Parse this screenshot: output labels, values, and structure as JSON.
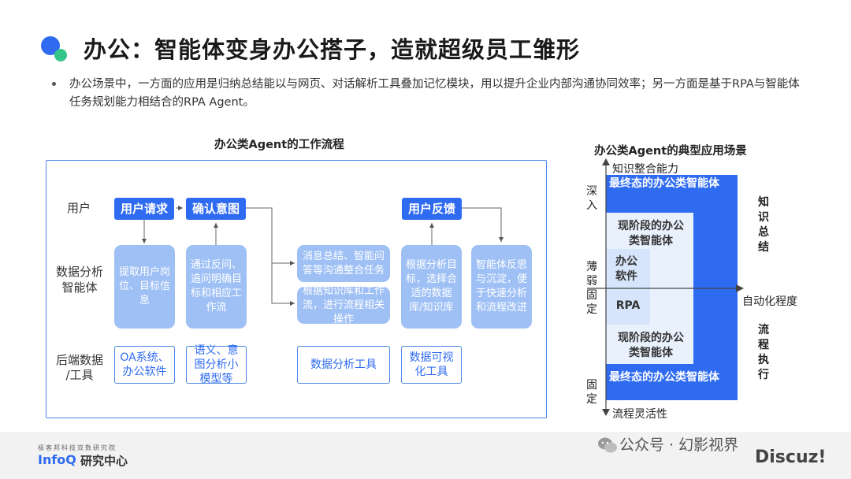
{
  "header": {
    "title": "办公：智能体变身办公搭子，造就超级员工雏形",
    "bullet": "办公场景中，一方面的应用是归纳总结能以与网页、对话解析工具叠加记忆模块，用以提升企业内部沟通协同效率；另一方面是基于RPA与智能体任务规划能力相结合的RPA Agent。"
  },
  "flow": {
    "title": "办公类Agent的工作流程",
    "rows": {
      "user": "用户",
      "agent_line1": "数据分析",
      "agent_line2": "智能体",
      "tool_line1": "后端数据",
      "tool_line2": "/工具"
    },
    "buttons": {
      "request": "用户请求",
      "intent": "确认意图",
      "feedback": "用户反馈"
    },
    "cards": {
      "extract": "提取用户岗位、目标信息",
      "clarify": "通过反问、追问明确目标和相应工作流",
      "summary": "消息总结、智能问答等沟通整合任务",
      "operate": "根据知识库和工作流，进行流程相关操作",
      "select": "根据分析目标，选择合适的数据库/知识库",
      "reflect": "智能体反思与沉淀，便于快速分析和流程改进"
    },
    "tools": {
      "oa": "OA系统、办公软件",
      "nlp": "语义、意图分析小模型等",
      "analysis": "数据分析工具",
      "viz": "数据可视化工具"
    }
  },
  "quadrant": {
    "title": "办公类Agent的典型应用场景",
    "y_top": "知识整合能力",
    "y_bottom": "流程灵活性",
    "x_right": "自动化程度",
    "left_deep": "深入",
    "left_weak": "薄弱",
    "left_fixed": "固定",
    "left_bottom_fixed": "固定",
    "ultimate_top": "最终态的办公类智能体",
    "ultimate_bottom": "最终态的办公类智能体",
    "current_top": "现阶段的办公类智能体",
    "current_bottom": "现阶段的办公类智能体",
    "office": "办公软件",
    "rpa": "RPA",
    "right_top": "知识总结",
    "right_bottom": "流程执行",
    "colors": {
      "dark": "#2f6bf0",
      "mid": "#d6e5fb",
      "light": "#e9f1fd"
    }
  },
  "footer": {
    "brand_small": "极客邦科技双数研究院",
    "brand": "InfoQ",
    "brand_cn": "研究中心",
    "wechat": "公众号 · 幻影视界",
    "discuz": "Discuz!"
  }
}
